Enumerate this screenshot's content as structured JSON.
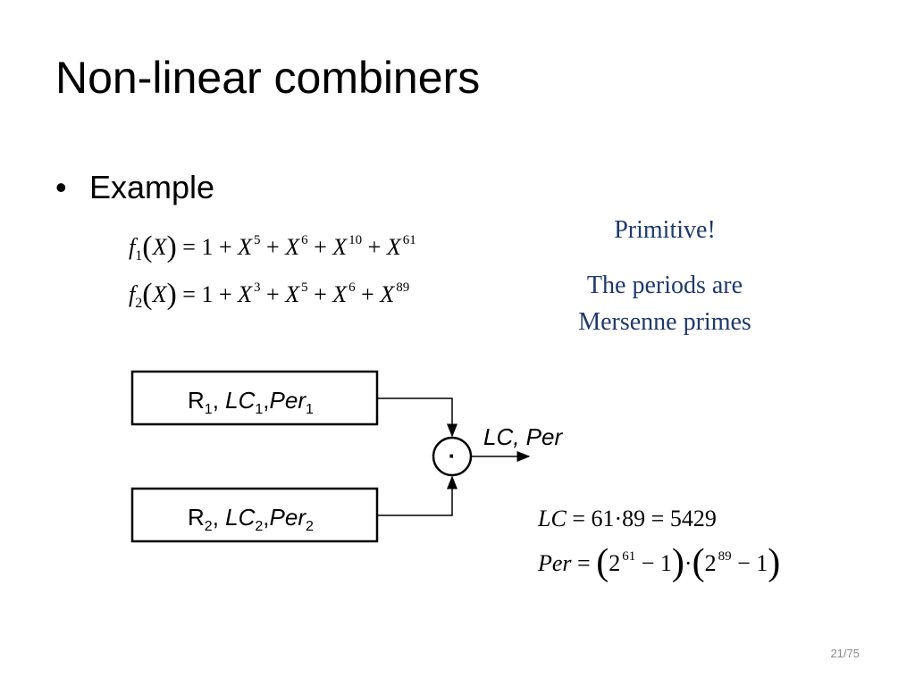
{
  "title": "Non-linear combiners",
  "bullet": {
    "marker": "•",
    "text": "Example"
  },
  "equations": {
    "f1": {
      "lhs_func": "f",
      "lhs_sub": "1",
      "var": "X",
      "rhs_terms": [
        {
          "base": "1",
          "exp": ""
        },
        {
          "base": "X",
          "exp": "5"
        },
        {
          "base": "X",
          "exp": "6"
        },
        {
          "base": "X",
          "exp": "10"
        },
        {
          "base": "X",
          "exp": "61"
        }
      ]
    },
    "f2": {
      "lhs_func": "f",
      "lhs_sub": "2",
      "var": "X",
      "rhs_terms": [
        {
          "base": "1",
          "exp": ""
        },
        {
          "base": "X",
          "exp": "3"
        },
        {
          "base": "X",
          "exp": "5"
        },
        {
          "base": "X",
          "exp": "6"
        },
        {
          "base": "X",
          "exp": "89"
        }
      ]
    }
  },
  "notes": {
    "primitive": "Primitive!",
    "periods_line1": "The periods are",
    "periods_line2": "Mersenne primes"
  },
  "diagram": {
    "block1": {
      "r": "R",
      "r_sub": "1",
      "lc": "LC",
      "lc_sub": "1",
      "per": "Per",
      "per_sub": "1"
    },
    "block2": {
      "r": "R",
      "r_sub": "2",
      "lc": "LC",
      "lc_sub": "2",
      "per": "Per",
      "per_sub": "2"
    },
    "combiner_symbol": "·",
    "output_label": "LC, Per"
  },
  "results": {
    "lc": {
      "lhs": "LC",
      "expr": "61·89",
      "value": "5429"
    },
    "per": {
      "lhs": "Per",
      "b1": "2",
      "e1": "61",
      "b2": "2",
      "e2": "89",
      "minus": "1"
    }
  },
  "page_number": "21/75",
  "colors": {
    "note_text": "#1f3a6b",
    "page_number": "#8a8a8a"
  }
}
